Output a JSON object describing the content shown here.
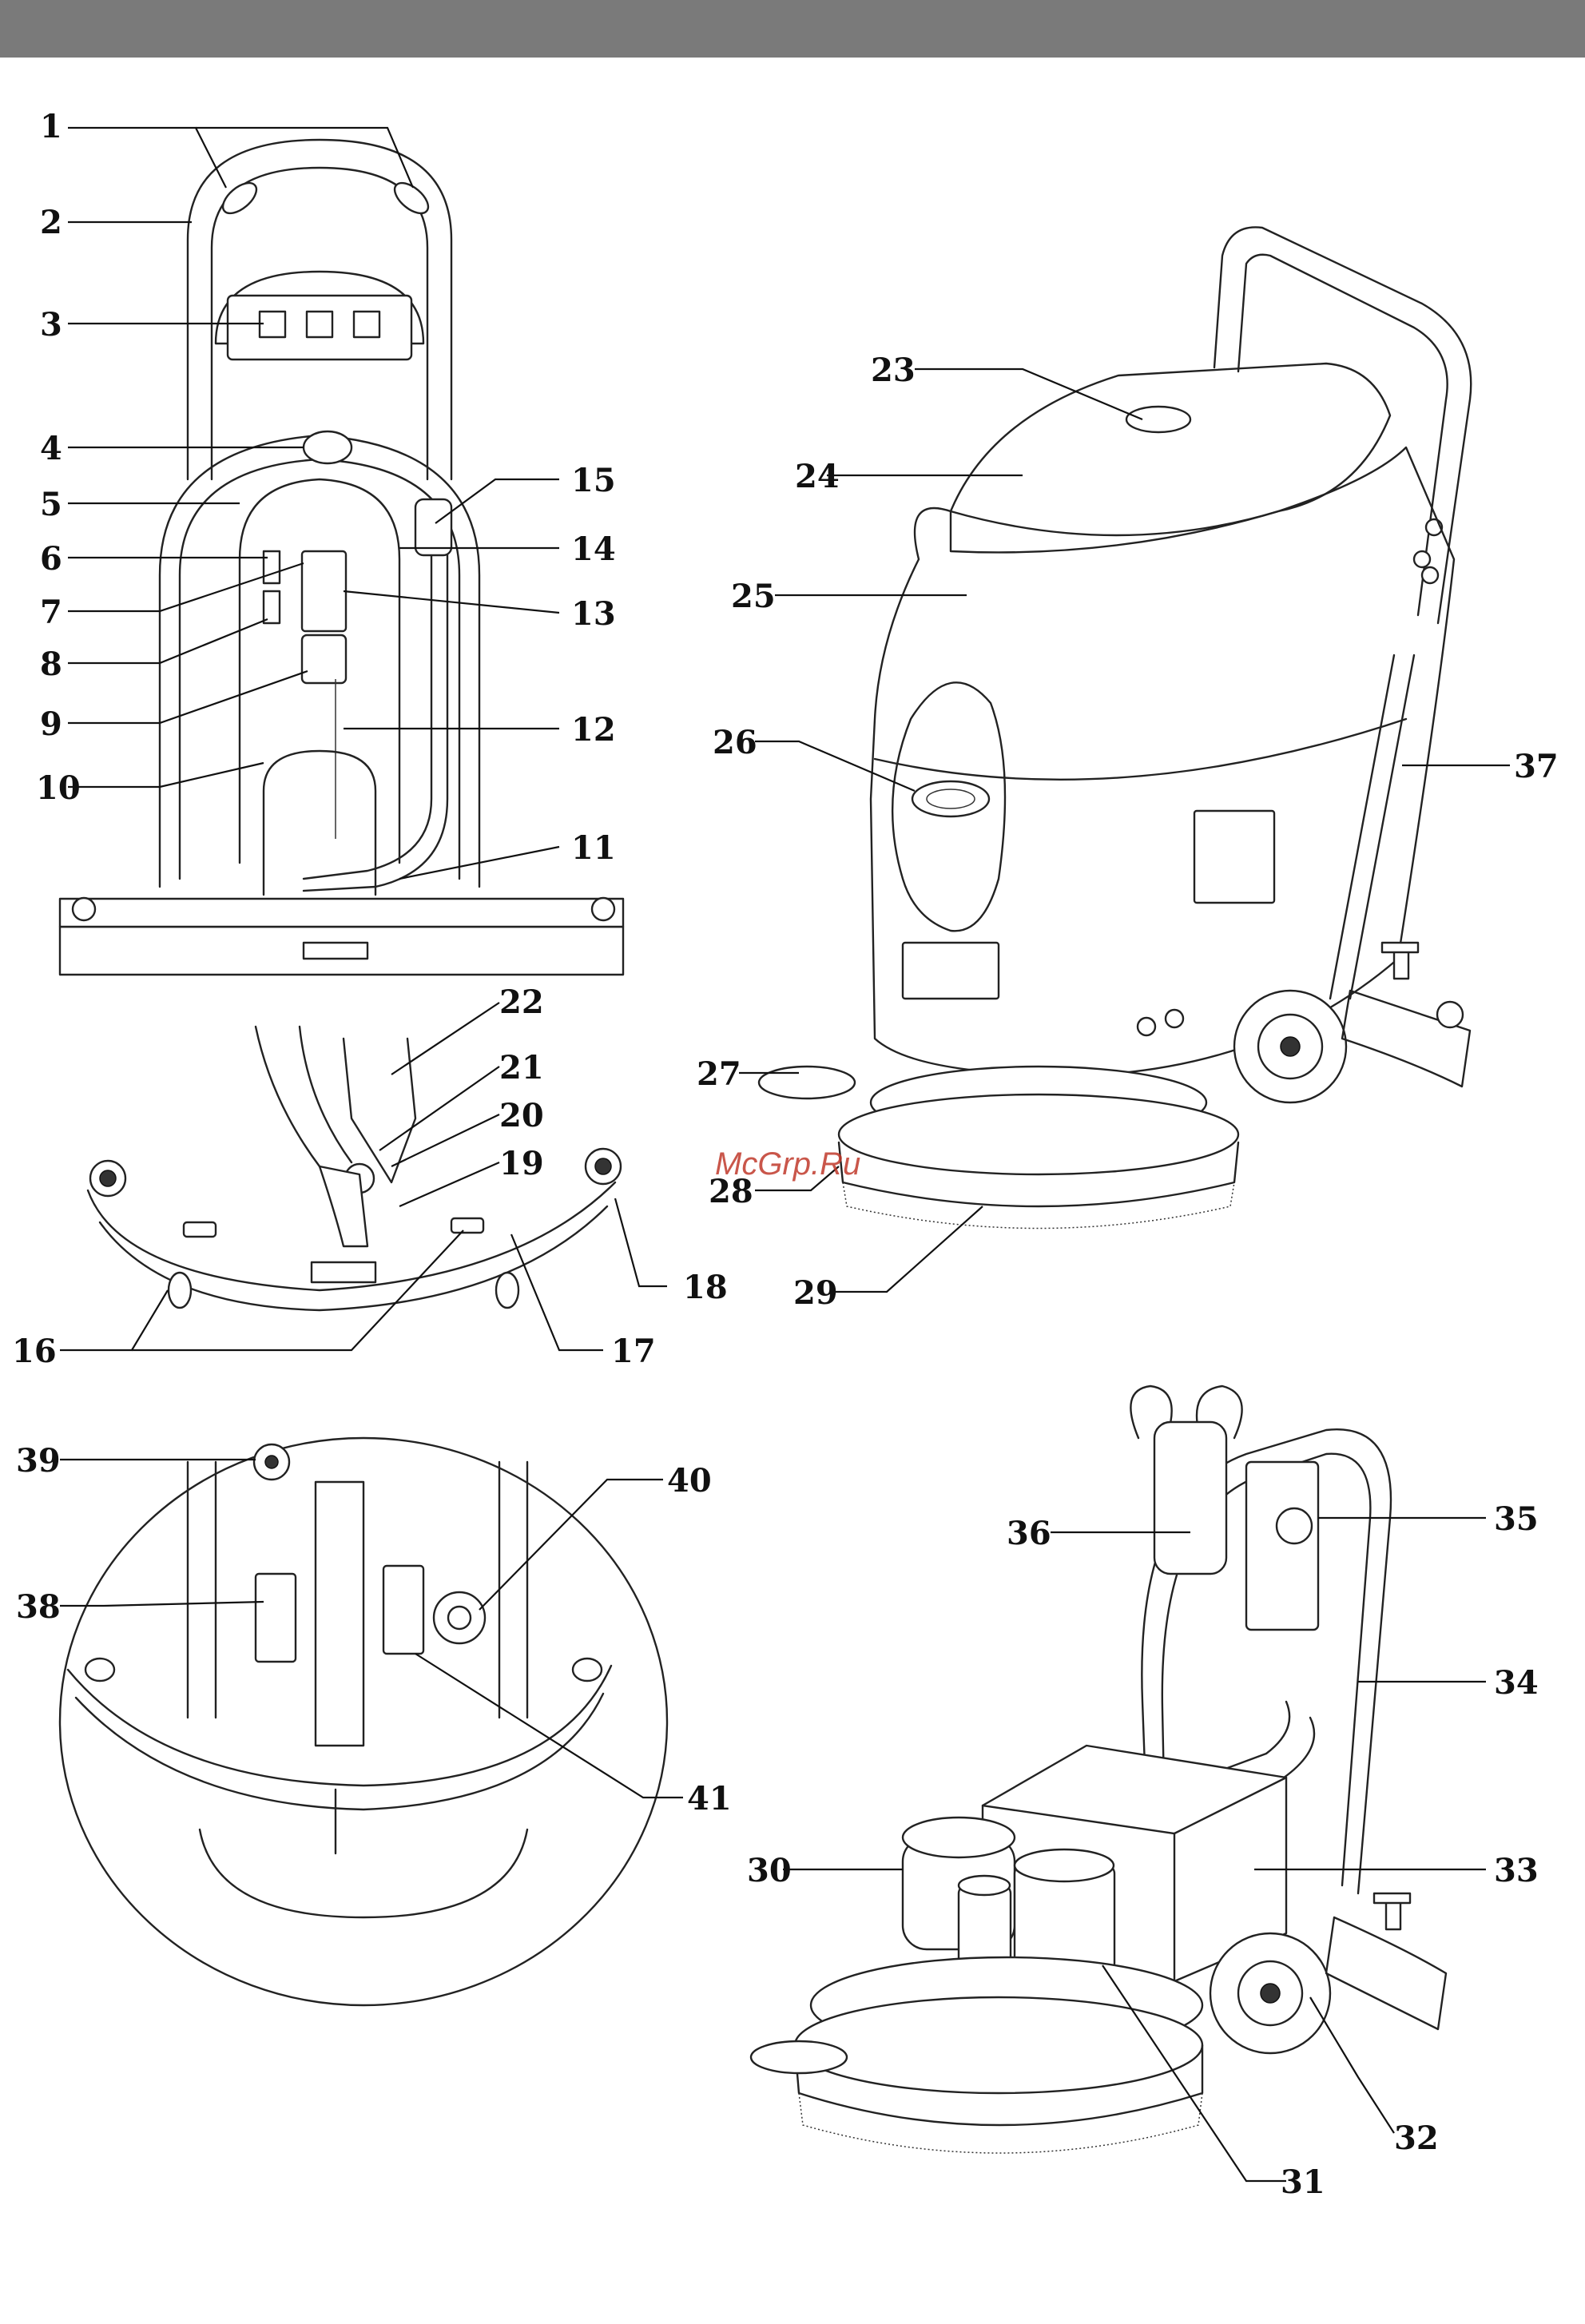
{
  "watermark": "McGrp.Ru",
  "labels": [
    "1",
    "2",
    "3",
    "4",
    "5",
    "6",
    "7",
    "8",
    "9",
    "10",
    "11",
    "12",
    "13",
    "14",
    "15",
    "16",
    "17",
    "18",
    "19",
    "20",
    "21",
    "22",
    "23",
    "24",
    "25",
    "26",
    "27",
    "28",
    "29",
    "30",
    "31",
    "32",
    "33",
    "34",
    "35",
    "36",
    "37",
    "38",
    "39",
    "40",
    "41"
  ]
}
